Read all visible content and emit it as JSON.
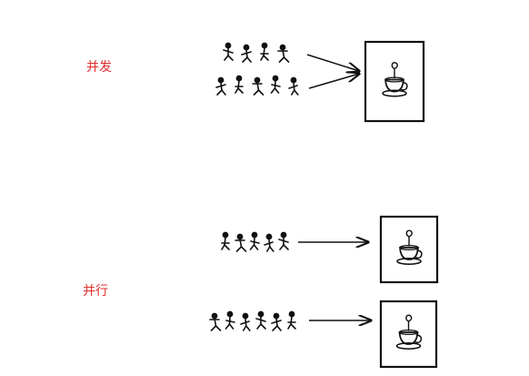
{
  "colors": {
    "ink": "#111111",
    "label": "#e03030",
    "paper": "#ffffff"
  },
  "sections": {
    "concurrent": {
      "label": "并发",
      "queues": 2,
      "people_per_queue": [
        4,
        5
      ],
      "machines": 1
    },
    "parallel": {
      "label": "并行",
      "queues": 2,
      "people_per_queue": [
        5,
        6
      ],
      "machines": 2
    }
  },
  "icons": {
    "person": "stick-figure-icon",
    "machine": "coffee-machine-icon",
    "arrow": "arrow-right-icon"
  }
}
